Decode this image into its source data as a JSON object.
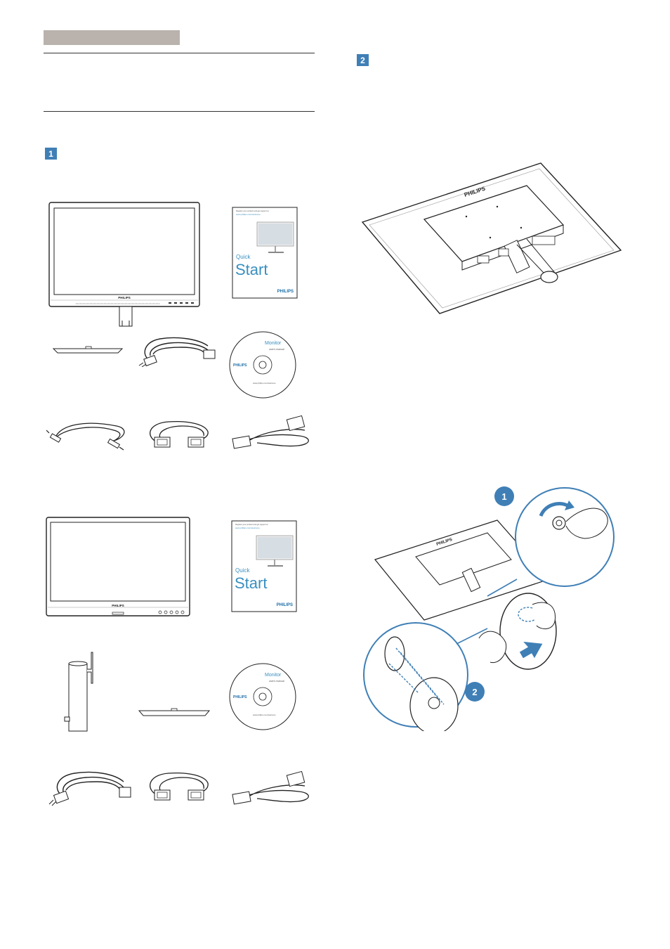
{
  "page": {
    "header_bar_color": "#b9b2ad",
    "accent": "#3f7fb6"
  },
  "steps": {
    "step1": "1",
    "step2": "2"
  },
  "kit1": {
    "quick_start": {
      "top_note": "Register your product and get support at",
      "url": "www.philips.com/welcome",
      "line1": "Quick",
      "line2": "Start",
      "brand": "PHILIPS"
    },
    "monitor_brand": "PHILIPS",
    "cd": {
      "title": "Monitor",
      "subtitle": "user's manual",
      "brand": "PHILIPS",
      "url": "www.philips.com/welcome"
    }
  },
  "kit2": {
    "quick_start": {
      "top_note": "Register your product and get support at",
      "url": "www.philips.com/welcome",
      "line1": "Quick",
      "line2": "Start",
      "brand": "PHILIPS"
    },
    "monitor_brand": "PHILIPS",
    "cd": {
      "title": "Monitor",
      "subtitle": "user's manual",
      "brand": "PHILIPS",
      "url": "www.philips.com/welcome"
    }
  },
  "install": {
    "back_brand": "PHILIPS",
    "callout_1": "1",
    "callout_2": "2"
  }
}
